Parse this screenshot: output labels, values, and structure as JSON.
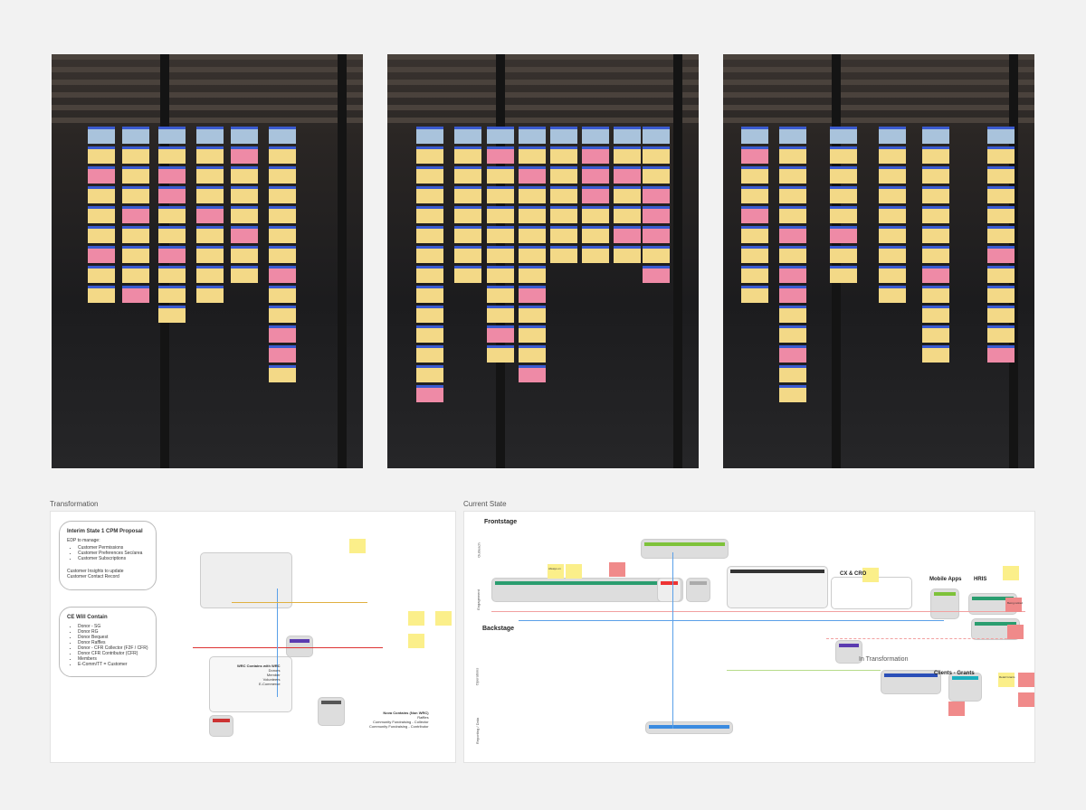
{
  "photos": [
    {
      "name": "workshop-photo-1"
    },
    {
      "name": "workshop-photo-2"
    },
    {
      "name": "workshop-photo-3"
    }
  ],
  "transformation": {
    "label": "Transformation",
    "proposal": {
      "title": "Interim State 1  CPM Proposal",
      "intro": "EDP to manage:",
      "items": [
        "Customer Permissions",
        "Customer Preferences Sec/area",
        "Customer Subscriptions"
      ],
      "footer1": "Customer Insights to update",
      "footer2": "Customer Contact Record"
    },
    "contains": {
      "title": "CE Will Contain",
      "items": [
        "Donor - SG",
        "Donor RG",
        "Donor Bequest",
        "Donor Raffles",
        "Donor - CFR Collector (F2F / CFR)",
        "Donor CFR Contributor (CFR)",
        "Members",
        "E-Comm/TT = Customer"
      ]
    },
    "notes": [
      "Nova Contains (Non WRC)",
      "Raffles",
      "Community Fundraising - Collector",
      "Community Fundraising - Contributor"
    ],
    "wrc": [
      "WRC Contains with WRC",
      "Donors",
      "Member",
      "Volunteers",
      "E-Commerce"
    ]
  },
  "current": {
    "label": "Current State",
    "frontstage": "Frontstage",
    "backstage": "Backstage",
    "rows": [
      "Outreach",
      "Engagement",
      "Operations",
      "Reporting / Data"
    ],
    "groups": {
      "cx": "CX & CRO",
      "mobile": "Mobile Apps",
      "hris": "HRIS",
      "transformation": "In Transformation",
      "clients": "Clients - Grants"
    },
    "stickies": [
      "Always on",
      "Being retired",
      "Retail Grants"
    ]
  }
}
